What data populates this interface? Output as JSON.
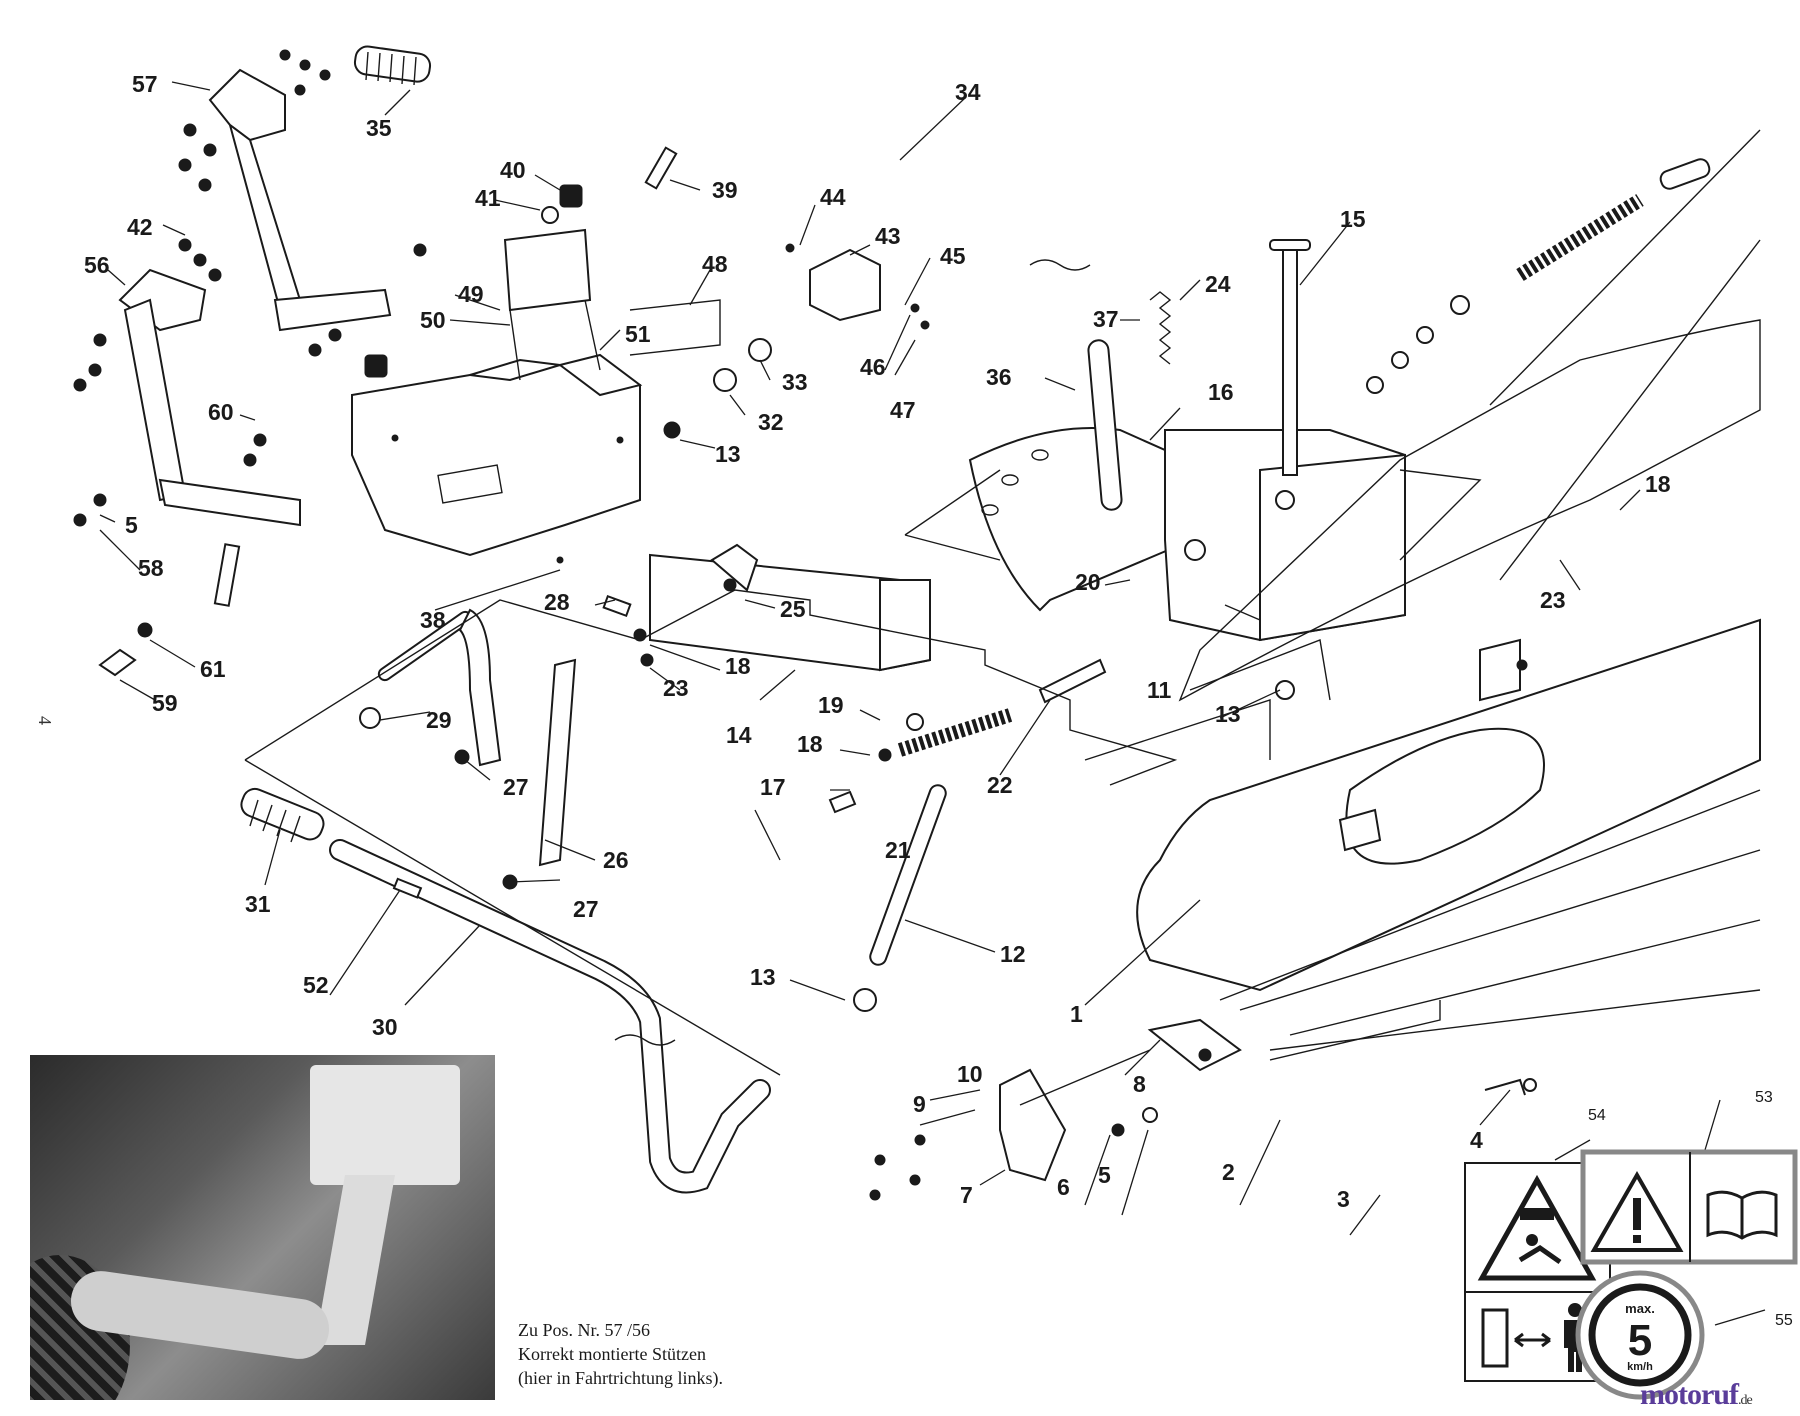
{
  "labels": [
    {
      "id": "57",
      "text": "57"
    },
    {
      "id": "35",
      "text": "35"
    },
    {
      "id": "34",
      "text": "34"
    },
    {
      "id": "40",
      "text": "40"
    },
    {
      "id": "41",
      "text": "41"
    },
    {
      "id": "39",
      "text": "39"
    },
    {
      "id": "44",
      "text": "44"
    },
    {
      "id": "43",
      "text": "43"
    },
    {
      "id": "45",
      "text": "45"
    },
    {
      "id": "15",
      "text": "15"
    },
    {
      "id": "42",
      "text": "42"
    },
    {
      "id": "56",
      "text": "56"
    },
    {
      "id": "48",
      "text": "48"
    },
    {
      "id": "49",
      "text": "49"
    },
    {
      "id": "50",
      "text": "50"
    },
    {
      "id": "51",
      "text": "51"
    },
    {
      "id": "33",
      "text": "33"
    },
    {
      "id": "32",
      "text": "32"
    },
    {
      "id": "46",
      "text": "46"
    },
    {
      "id": "47",
      "text": "47"
    },
    {
      "id": "37",
      "text": "37"
    },
    {
      "id": "24",
      "text": "24"
    },
    {
      "id": "36",
      "text": "36"
    },
    {
      "id": "16",
      "text": "16"
    },
    {
      "id": "60",
      "text": "60"
    },
    {
      "id": "13a",
      "text": "13"
    },
    {
      "id": "5a",
      "text": "5"
    },
    {
      "id": "58",
      "text": "58"
    },
    {
      "id": "18a",
      "text": "18"
    },
    {
      "id": "23a",
      "text": "23"
    },
    {
      "id": "38",
      "text": "38"
    },
    {
      "id": "28",
      "text": "28"
    },
    {
      "id": "25",
      "text": "25"
    },
    {
      "id": "20",
      "text": "20"
    },
    {
      "id": "18b",
      "text": "18"
    },
    {
      "id": "23b",
      "text": "23"
    },
    {
      "id": "11",
      "text": "11"
    },
    {
      "id": "61",
      "text": "61"
    },
    {
      "id": "59",
      "text": "59"
    },
    {
      "id": "29",
      "text": "29"
    },
    {
      "id": "14",
      "text": "14"
    },
    {
      "id": "19",
      "text": "19"
    },
    {
      "id": "13b",
      "text": "13"
    },
    {
      "id": "18c",
      "text": "18"
    },
    {
      "id": "17",
      "text": "17"
    },
    {
      "id": "22",
      "text": "22"
    },
    {
      "id": "27a",
      "text": "27"
    },
    {
      "id": "21",
      "text": "21"
    },
    {
      "id": "26",
      "text": "26"
    },
    {
      "id": "31",
      "text": "31"
    },
    {
      "id": "27b",
      "text": "27"
    },
    {
      "id": "12",
      "text": "12"
    },
    {
      "id": "52",
      "text": "52"
    },
    {
      "id": "13c",
      "text": "13"
    },
    {
      "id": "1",
      "text": "1"
    },
    {
      "id": "30",
      "text": "30"
    },
    {
      "id": "10",
      "text": "10"
    },
    {
      "id": "8",
      "text": "8"
    },
    {
      "id": "9",
      "text": "9"
    },
    {
      "id": "4",
      "text": "4"
    },
    {
      "id": "53",
      "text": "53"
    },
    {
      "id": "54",
      "text": "54"
    },
    {
      "id": "7",
      "text": "7"
    },
    {
      "id": "6",
      "text": "6"
    },
    {
      "id": "5b",
      "text": "5"
    },
    {
      "id": "2",
      "text": "2"
    },
    {
      "id": "3",
      "text": "3"
    },
    {
      "id": "55",
      "text": "55"
    }
  ],
  "caption": {
    "line1": "Zu Pos. Nr. 57 /56",
    "line2": "Korrekt montierte Stützen",
    "line3": "(hier in Fahrtrichtung links)."
  },
  "page_number": "4",
  "speed_sign": {
    "top": "max.",
    "value": "5",
    "unit": "km/h"
  },
  "watermark": {
    "brand": "motoruf",
    "tld": ".de"
  }
}
